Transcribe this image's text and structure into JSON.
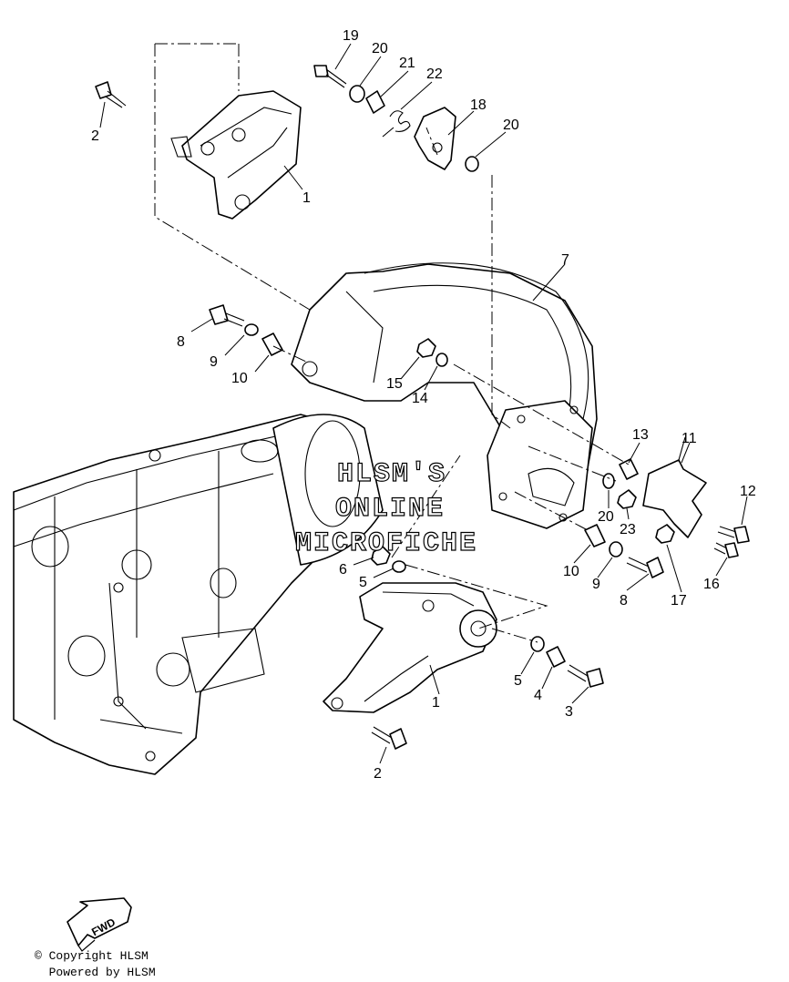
{
  "watermark": {
    "line1": "HLSM'S",
    "line2": "ONLINE",
    "line3": "MICROFICHE"
  },
  "badge": {
    "label": "FWD"
  },
  "footer": {
    "copyright": "© Copyright HLSM",
    "powered": "  Powered by HLSM"
  },
  "callouts": [
    {
      "id": "19a",
      "label": "19"
    },
    {
      "id": "20a",
      "label": "20"
    },
    {
      "id": "21a",
      "label": "21"
    },
    {
      "id": "22a",
      "label": "22"
    },
    {
      "id": "18a",
      "label": "18"
    },
    {
      "id": "20b",
      "label": "20"
    },
    {
      "id": "2a",
      "label": "2"
    },
    {
      "id": "1a",
      "label": "1"
    },
    {
      "id": "7a",
      "label": "7"
    },
    {
      "id": "8a",
      "label": "8"
    },
    {
      "id": "9a",
      "label": "9"
    },
    {
      "id": "10a",
      "label": "10"
    },
    {
      "id": "15a",
      "label": "15"
    },
    {
      "id": "14a",
      "label": "14"
    },
    {
      "id": "13a",
      "label": "13"
    },
    {
      "id": "11a",
      "label": "11"
    },
    {
      "id": "12a",
      "label": "12"
    },
    {
      "id": "20c",
      "label": "20"
    },
    {
      "id": "23a",
      "label": "23"
    },
    {
      "id": "6a",
      "label": "6"
    },
    {
      "id": "5a",
      "label": "5"
    },
    {
      "id": "10b",
      "label": "10"
    },
    {
      "id": "9b",
      "label": "9"
    },
    {
      "id": "8b",
      "label": "8"
    },
    {
      "id": "17a",
      "label": "17"
    },
    {
      "id": "16a",
      "label": "16"
    },
    {
      "id": "5b",
      "label": "5"
    },
    {
      "id": "4a",
      "label": "4"
    },
    {
      "id": "3a",
      "label": "3"
    },
    {
      "id": "1b",
      "label": "1"
    },
    {
      "id": "2b",
      "label": "2"
    }
  ]
}
